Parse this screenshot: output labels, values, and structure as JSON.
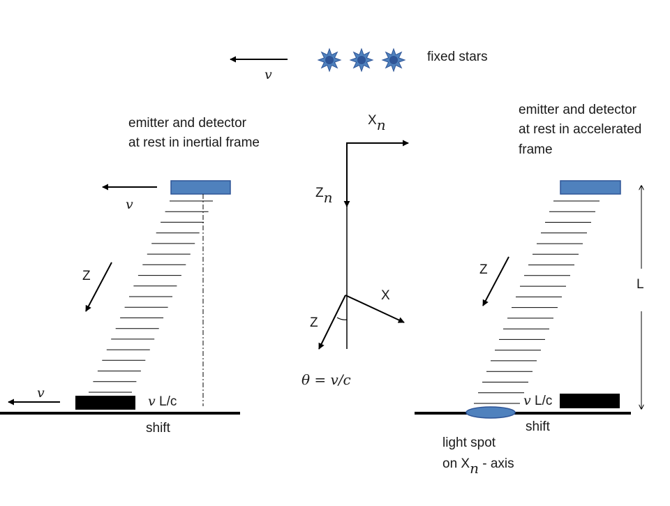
{
  "labels": {
    "fixed_stars": "fixed stars",
    "v_symbol": "v",
    "left_title_line1": "emitter and detector",
    "left_title_line2": "at rest in inertial frame",
    "right_title_line1": "emitter and detector",
    "right_title_line2": "at rest in accelerated",
    "right_title_line3": "frame",
    "axis_x": "X",
    "axis_z": "Z",
    "subscript_n": "n",
    "length_L": "L",
    "vlc_suffix": "L/c",
    "shift": "shift",
    "theta_formula": "θ = v/c",
    "light_spot_line1": "light spot",
    "light_spot_line2_prefix": "on X",
    "light_spot_line2_suffix": " - axis"
  },
  "colors": {
    "emitter_fill": "#4f81bd",
    "emitter_stroke": "#2f5597",
    "detector_fill": "#000000",
    "star_fill": "#4f81bd",
    "star_center": "#2f5597",
    "line": "#000000"
  }
}
